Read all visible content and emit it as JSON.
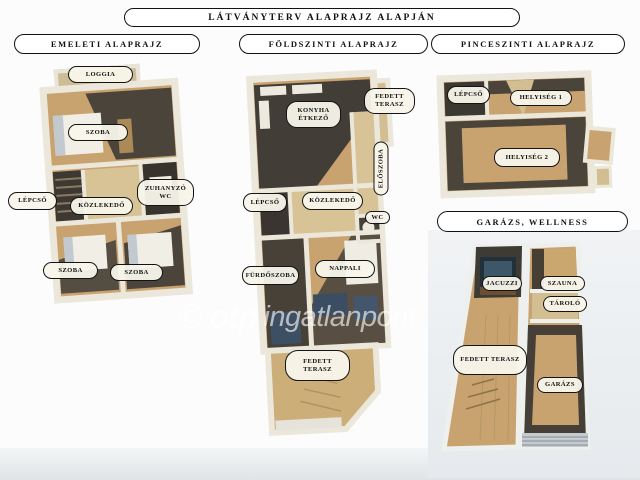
{
  "title": "LÁTVÁNYTERV ALAPRAJZ ALAPJÁN",
  "watermark": {
    "logo": "©",
    "brand": "otp",
    "suffix": "ingatlanpont"
  },
  "sections": {
    "emeleti": {
      "header": "EMELETI ALAPRAJZ",
      "labels": {
        "loggia": "LOGGIA",
        "szoba_top": "SZOBA",
        "zuhanyzo_wc": "ZUHANYZÓ WC",
        "lepcso": "LÉPCSŐ",
        "kozlekedo": "KÖZLEKEDŐ",
        "szoba_bl": "SZOBA",
        "szoba_br": "SZOBA"
      }
    },
    "foldszinti": {
      "header": "FÖLDSZINTI ALAPRAJZ",
      "labels": {
        "konyha_etkezo": "KONYHA ÉTKEZŐ",
        "fedett_terasz_top": "FEDETT TERASZ",
        "eloszoba": "ELŐSZOBA",
        "lepcso": "LÉPCSŐ",
        "kozlekedo": "KÖZLEKEDŐ",
        "wc": "WC",
        "furdoszoba": "FÜRDŐSZOBA",
        "nappali": "NAPPALI",
        "fedett_terasz_bottom": "FEDETT TERASZ"
      }
    },
    "pinceszinti": {
      "header": "PINCESZINTI ALAPRAJZ",
      "labels": {
        "lepcso": "LÉPCSŐ",
        "helyiseg_1": "HELYISÉG 1",
        "helyiseg_2": "HELYISÉG 2"
      }
    },
    "garazs": {
      "header": "GARÁZS, WELLNESS",
      "labels": {
        "jacuzzi": "JACUZZI",
        "szauna": "SZAUNA",
        "tarolo": "TÁROLÓ",
        "fedett_terasz": "FEDETT TERASZ",
        "garazs": "GARÁZS"
      }
    }
  },
  "colors": {
    "floor_wood": "#c8a36f",
    "floor_light": "#d7c395",
    "floor_dark": "#4a443b",
    "wall_top": "#ece7db",
    "wall_side": "#b3b9c0",
    "label_bg": "#f8f5eb",
    "label_border": "#141414",
    "panel_gray": "#e9edf0",
    "couch_navy": "#3a4d62",
    "background": "#fcfcfd"
  }
}
